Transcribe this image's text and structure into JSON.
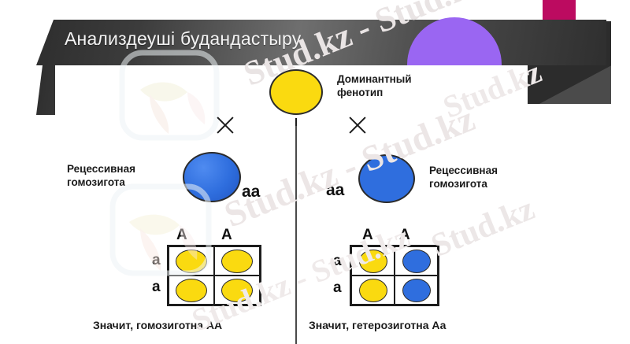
{
  "slide": {
    "title": "Анализдеуші будандастыру",
    "background_color": "#ffffff",
    "title_text_color": "#f3f3f3"
  },
  "decor": {
    "purple_circle_color": "#9a66f2",
    "magenta_bar_color": "#bc0b60",
    "dark_block_color": "#2c2c2c",
    "wedge_color": "#4b4b4b"
  },
  "watermarks": {
    "w1": "Stud.kz - Stud.kz",
    "w2": "Stud.kz - Stud.kz",
    "w3": "Stud.kz",
    "w4": "Stud.kz",
    "w5": "Stud.kz - Stud.kz",
    "logo_name": "stud-kz-logo-watermark"
  },
  "diagram": {
    "dominant": {
      "label": "Доминантный\nфенотип",
      "phenotype_color": "#fada10"
    },
    "left": {
      "recessive_label": "Рецессивная\nгомозигота",
      "genotype": "aa",
      "gametes_top": [
        "A",
        "A"
      ],
      "gametes_side": [
        "a",
        "a"
      ],
      "punnett": [
        [
          "yellow",
          "yellow"
        ],
        [
          "yellow",
          "yellow"
        ]
      ],
      "caption": "Значит, гомозиготна АА"
    },
    "right": {
      "recessive_label": "Рецессивная\nгомозигота",
      "genotype": "aa",
      "gametes_top": [
        "A",
        "A"
      ],
      "gametes_side": [
        "a",
        "a"
      ],
      "punnett": [
        [
          "yellow",
          "blue"
        ],
        [
          "yellow",
          "blue"
        ]
      ],
      "caption": "Значит, гетерозиготна Аа"
    },
    "cross_symbol": "×",
    "colors": {
      "dominant_yellow": "#fada10",
      "recessive_blue": "#2f6ede",
      "outline": "#2b2b2b"
    }
  }
}
